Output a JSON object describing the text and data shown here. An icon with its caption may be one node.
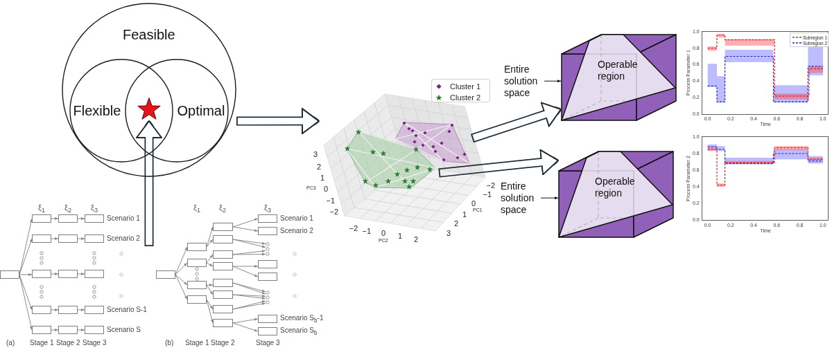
{
  "diagram": {
    "nodes": [
      {
        "text": [
          "Feasible"
        ]
      },
      {
        "text": [
          "Flexible"
        ],
        "in": 0
      },
      {
        "text": [
          "Optimal"
        ],
        "in": 0
      },
      {
        "text": [],
        "shape": "star"
      },
      {
        "text": [],
        "shape": "picture"
      },
      {
        "text": [],
        "shape": "polygon",
        "in": 4
      },
      {
        "text": [],
        "shape": "polygon",
        "in": 4
      },
      {
        "text": [
          "Entire solution space"
        ]
      },
      {
        "text": [
          "Operable region"
        ]
      },
      {
        "text": [
          "Entire solution space"
        ]
      },
      {
        "text": [
          "Operable region"
        ]
      },
      {
        "text": [],
        "shape": "box"
      },
      {
        "text": [],
        "shape": "box"
      },
      {
        "text": [],
        "shape": "box"
      },
      {
        "text": [],
        "shape": "box",
        "beside": [
          "Scenario 1"
        ]
      },
      {
        "text": [],
        "shape": "box"
      },
      {
        "text": [],
        "shape": "box"
      },
      {
        "text": [],
        "shape": "box",
        "beside": [
          "Scenario 2"
        ]
      },
      {
        "text": [],
        "shape": "box"
      },
      {
        "text": [],
        "shape": "box"
      },
      {
        "text": [],
        "shape": "box"
      },
      {
        "text": [],
        "shape": "box"
      },
      {
        "text": [],
        "shape": "box"
      },
      {
        "text": [],
        "shape": "box",
        "beside": [
          "Scenario S-1"
        ]
      },
      {
        "text": [],
        "shape": "box"
      },
      {
        "text": [],
        "shape": "box"
      },
      {
        "text": [],
        "shape": "box",
        "beside": [
          "Scenario S"
        ]
      },
      {
        "text": [],
        "shape": "box"
      },
      {
        "text": [],
        "shape": "box"
      },
      {
        "text": [],
        "shape": "box"
      },
      {
        "text": [],
        "shape": "box"
      },
      {
        "text": [],
        "shape": "box"
      },
      {
        "text": [],
        "shape": "box"
      },
      {
        "text": [],
        "shape": "box"
      },
      {
        "text": [],
        "shape": "box"
      },
      {
        "text": [],
        "shape": "box"
      },
      {
        "text": [],
        "shape": "box"
      },
      {
        "text": [],
        "shape": "box"
      },
      {
        "text": [],
        "shape": "box"
      },
      {
        "text": [],
        "shape": "box"
      },
      {
        "text": [],
        "shape": "box",
        "beside": [
          "Scenario 1"
        ]
      },
      {
        "text": [],
        "shape": "box",
        "beside": [
          "Scenario 2"
        ]
      },
      {
        "text": [],
        "shape": "box"
      },
      {
        "text": [],
        "shape": "box"
      },
      {
        "text": [],
        "shape": "box",
        "beside": [
          "Scenario S$_{b}$-1"
        ]
      },
      {
        "text": [],
        "shape": "box",
        "beside": [
          "Scenario S$_{b}$"
        ]
      },
      {
        "text": [],
        "shape": "dots"
      },
      {
        "text": [],
        "shape": "dots"
      }
    ],
    "edges": [
      {
        "from": 0,
        "to": 4,
        "arrow": "to",
        "style": "thick",
        "color": "#1c2a35"
      },
      {
        "from": null,
        "to": 3,
        "arrow": "to",
        "style": "thick",
        "color": "#1c2a35"
      },
      {
        "from": 5,
        "to": 8,
        "arrow": "to",
        "style": "thick",
        "color": "#1c2a35"
      },
      {
        "from": 6,
        "to": 10,
        "arrow": "to",
        "style": "thick",
        "color": "#1c2a35"
      },
      {
        "from": 7,
        "to": 8,
        "arrow": "to",
        "color": "#111111"
      },
      {
        "from": 9,
        "to": 10,
        "arrow": "to",
        "color": "#111111"
      },
      {
        "from": 11,
        "to": 12,
        "arrow": "to"
      },
      {
        "from": 11,
        "to": 15,
        "arrow": "to"
      },
      {
        "from": 11,
        "to": 18,
        "arrow": "to"
      },
      {
        "from": 11,
        "to": 21,
        "arrow": "to"
      },
      {
        "from": 11,
        "to": 24,
        "arrow": "to"
      },
      {
        "from": 12,
        "to": 13,
        "arrow": "to"
      },
      {
        "from": 13,
        "to": 14,
        "arrow": "to"
      },
      {
        "from": 15,
        "to": 16,
        "arrow": "to"
      },
      {
        "from": 16,
        "to": 17,
        "arrow": "to"
      },
      {
        "from": 18,
        "to": 19,
        "arrow": "to"
      },
      {
        "from": 19,
        "to": 20,
        "arrow": "to"
      },
      {
        "from": 21,
        "to": 22,
        "arrow": "to"
      },
      {
        "from": 22,
        "to": 23,
        "arrow": "to"
      },
      {
        "from": 24,
        "to": 25,
        "arrow": "to"
      },
      {
        "from": 25,
        "to": 26,
        "arrow": "to"
      },
      {
        "from": 27,
        "to": 28,
        "arrow": "to"
      },
      {
        "from": 27,
        "to": 29,
        "arrow": "to"
      },
      {
        "from": 27,
        "to": 30,
        "arrow": "to"
      },
      {
        "from": 27,
        "to": 31,
        "arrow": "to"
      },
      {
        "from": 28,
        "to": 32,
        "arrow": "to"
      },
      {
        "from": 28,
        "to": 33,
        "arrow": "to"
      },
      {
        "from": 29,
        "to": 34,
        "arrow": "to"
      },
      {
        "from": 29,
        "to": 35,
        "arrow": "to"
      },
      {
        "from": 30,
        "to": 36,
        "arrow": "to"
      },
      {
        "from": 30,
        "to": 37,
        "arrow": "to"
      },
      {
        "from": 31,
        "to": 38,
        "arrow": "to"
      },
      {
        "from": 31,
        "to": 39,
        "arrow": "to"
      },
      {
        "from": 32,
        "to": 40,
        "arrow": "to"
      },
      {
        "from": 32,
        "to": 41,
        "arrow": "to"
      },
      {
        "from": 33,
        "to": 46,
        "arrow": "to"
      },
      {
        "from": 33,
        "to": 46,
        "arrow": "to"
      },
      {
        "from": 34,
        "to": 46,
        "arrow": "to"
      },
      {
        "from": 34,
        "to": 46,
        "arrow": "to"
      },
      {
        "from": 35,
        "to": 42,
        "arrow": "to"
      },
      {
        "from": 35,
        "to": 43,
        "arrow": "to"
      },
      {
        "from": 36,
        "to": 47,
        "arrow": "to"
      },
      {
        "from": 36,
        "to": 47,
        "arrow": "to"
      },
      {
        "from": 37,
        "to": 47,
        "arrow": "to"
      },
      {
        "from": 37,
        "to": 47,
        "arrow": "to"
      },
      {
        "from": 38,
        "to": 47,
        "arrow": "to"
      },
      {
        "from": 38,
        "to": 47,
        "arrow": "to"
      },
      {
        "from": 39,
        "to": 44,
        "arrow": "to"
      },
      {
        "from": 39,
        "to": 45,
        "arrow": "to"
      }
    ],
    "labels": [
      "1.0",
      "0.8",
      "0.6",
      "0.4",
      "0.2",
      "0.0",
      "Process Parameter 1",
      "0.0",
      "0.2",
      "0.4",
      "0.6",
      "0.8",
      "1.0",
      "Time",
      "3",
      "2",
      "1",
      "0",
      "−1",
      "−2",
      "PC3",
      "−2",
      "−1",
      "0",
      "PC1",
      "1",
      "2",
      "3",
      "−2",
      "−1",
      "0",
      "1",
      "2",
      "PC2",
      "1.0",
      "0.8",
      "0.6",
      "0.4",
      "0.2",
      "0.0",
      "Process Parameter 2",
      "0.0",
      "0.2",
      "0.4",
      "0.6",
      "0.8",
      "1.0",
      "Time",
      "ξ$_{1}$",
      "ξ$_{2}$",
      "ξ$_{3}$",
      "(a)",
      "Stage 1",
      "Stage 2",
      "Stage 3",
      "ξ$_{1}$",
      "ξ$_{2}$",
      "ξ$_{3}$",
      "(b)",
      "Stage 1",
      "Stage 2",
      "Stage 3"
    ],
    "legend": [
      {
        "text": "Cluster 1"
      },
      {
        "text": "Cluster 2"
      },
      {
        "text": "Subregion 1"
      },
      {
        "text": "Subregion 2"
      }
    ]
  }
}
